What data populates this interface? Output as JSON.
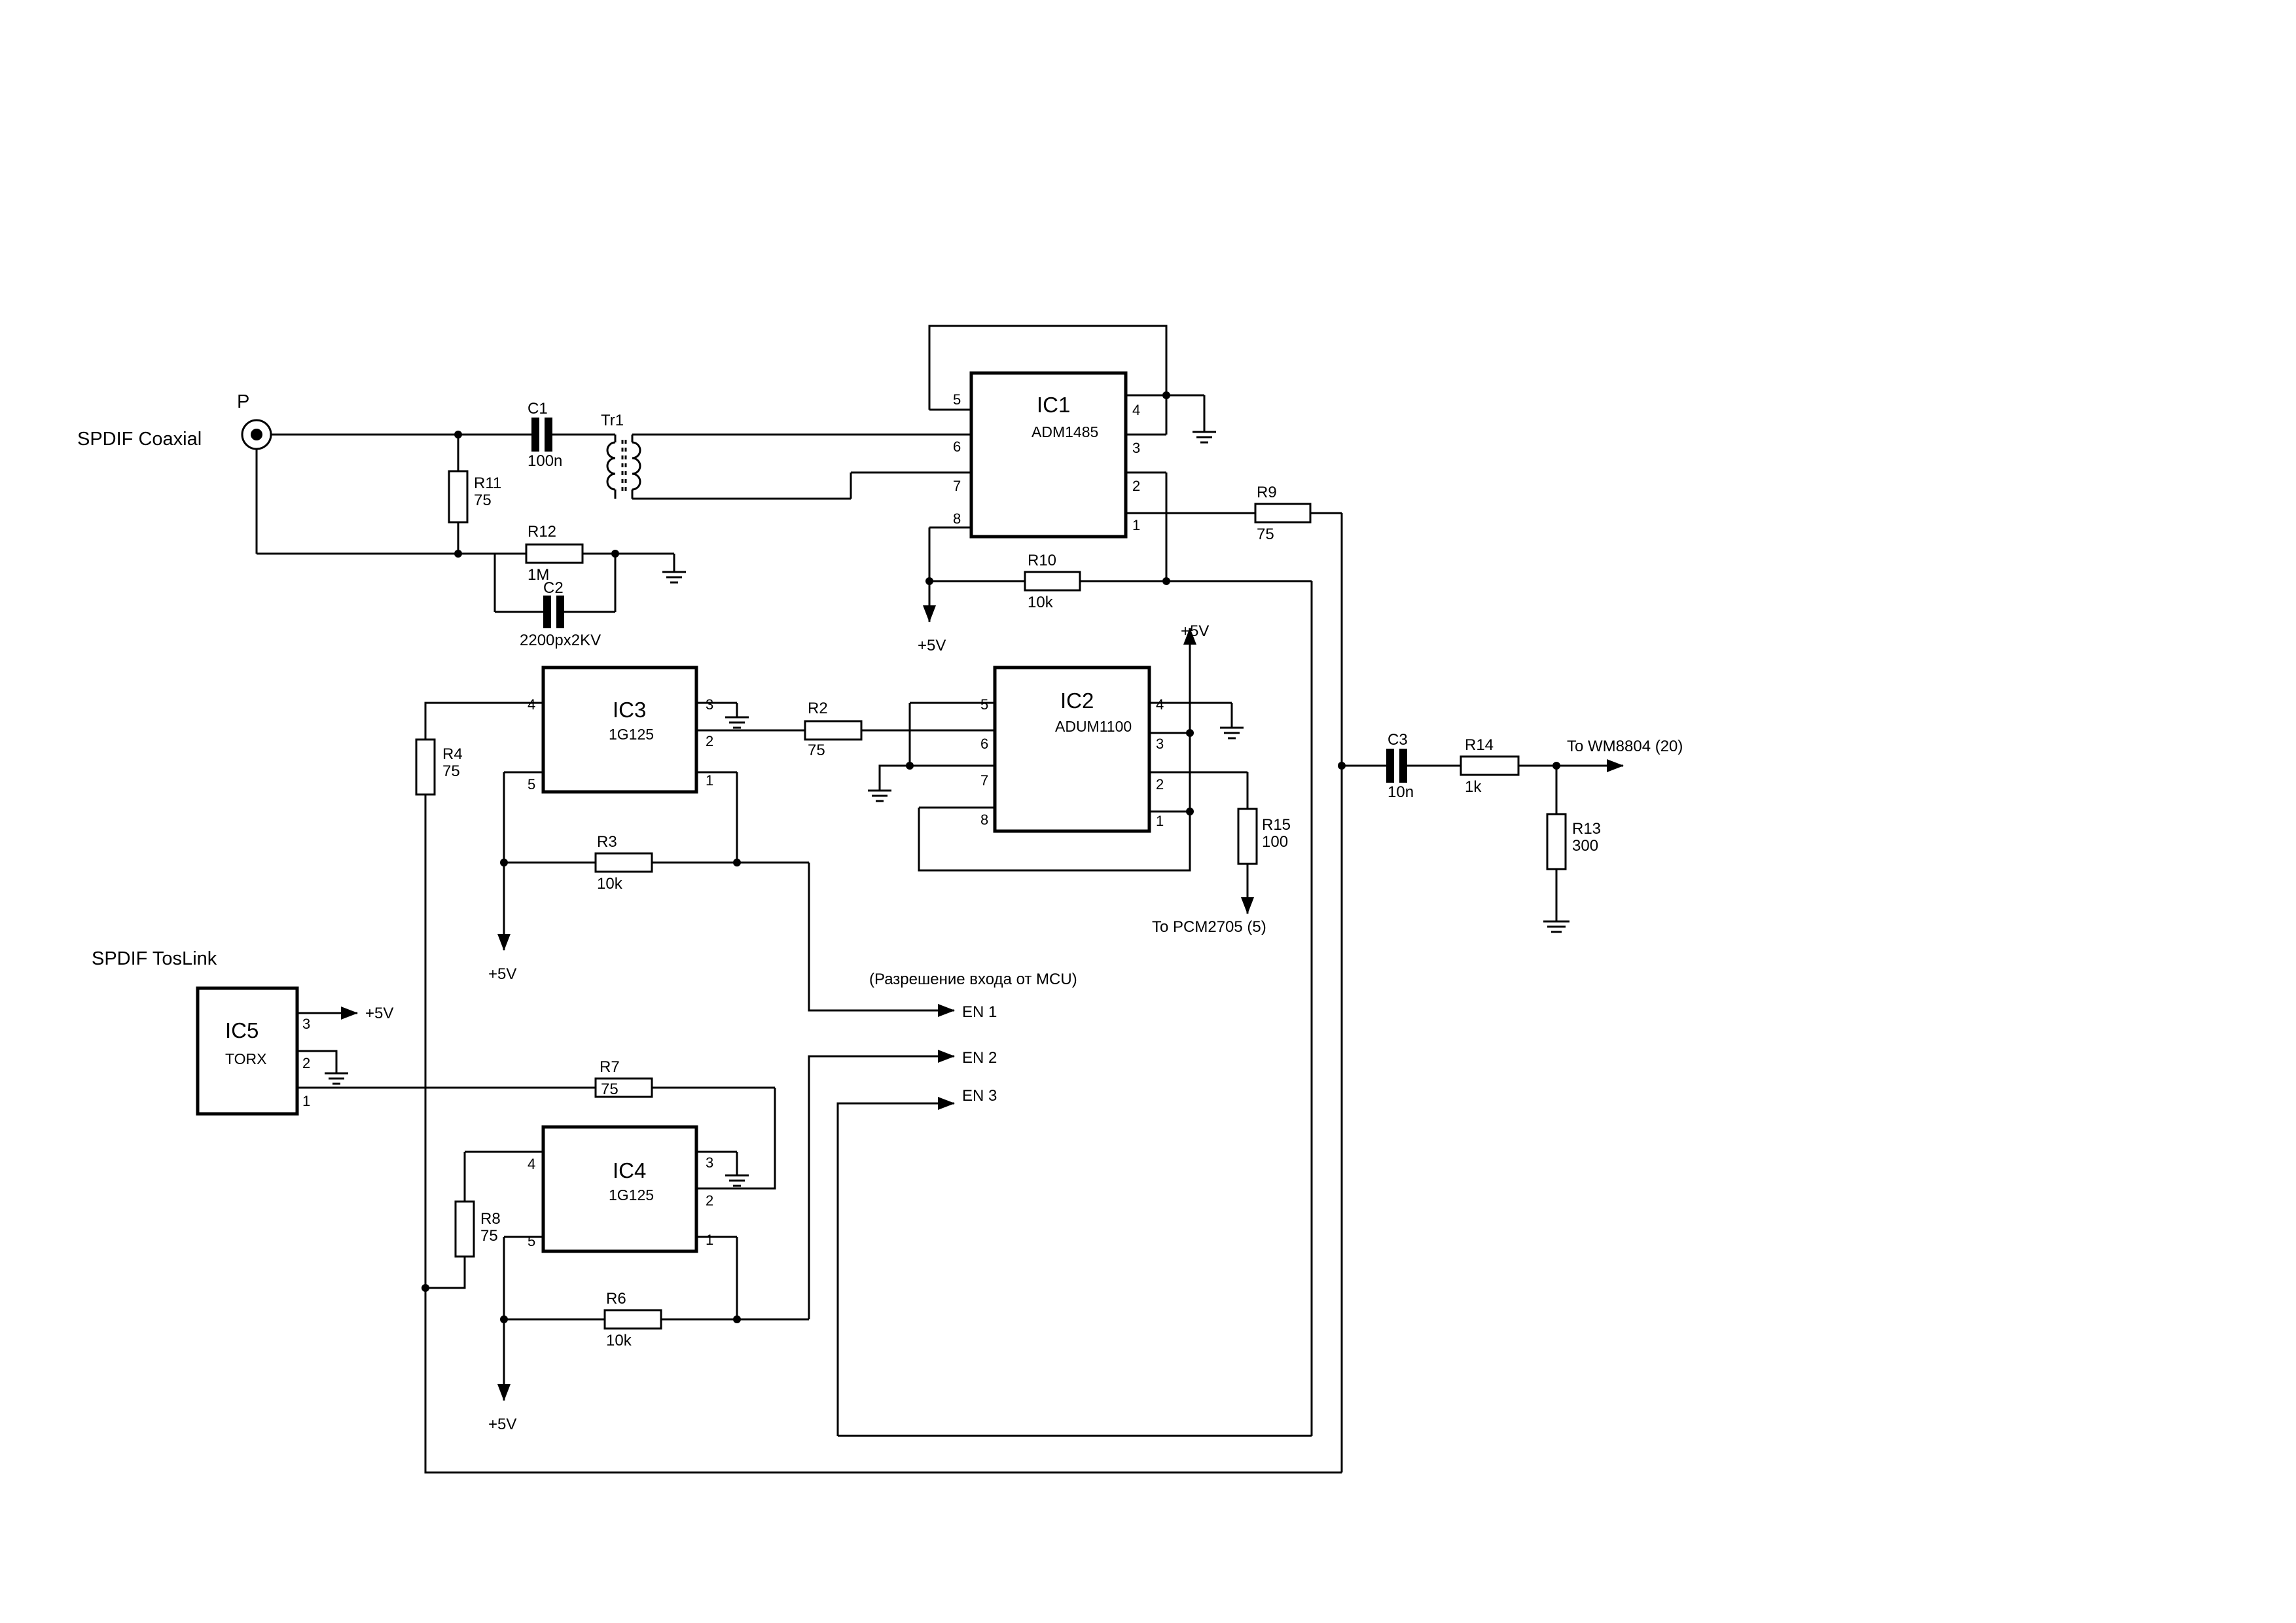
{
  "connectors": {
    "coaxial": {
      "label": "SPDIF  Coaxial",
      "pin": "P"
    },
    "toslink": {
      "label": "SPDIF  TosLink"
    }
  },
  "ics": {
    "ic1": {
      "ref": "IC1",
      "part": "ADM1485",
      "pins": [
        "5",
        "6",
        "7",
        "8",
        "4",
        "3",
        "2",
        "1"
      ]
    },
    "ic2": {
      "ref": "IC2",
      "part": "ADUM1100",
      "pins": [
        "5",
        "6",
        "7",
        "8",
        "4",
        "3",
        "2",
        "1"
      ]
    },
    "ic3": {
      "ref": "IC3",
      "part": "1G125",
      "pins": [
        "4",
        "5",
        "3",
        "2",
        "1"
      ]
    },
    "ic4": {
      "ref": "IC4",
      "part": "1G125",
      "pins": [
        "4",
        "5",
        "3",
        "2",
        "1"
      ]
    },
    "ic5": {
      "ref": "IC5",
      "part": "TORX",
      "pins": [
        "3",
        "2",
        "1"
      ]
    }
  },
  "resistors": {
    "r2": {
      "ref": "R2",
      "value": "75"
    },
    "r3": {
      "ref": "R3",
      "value": "10k"
    },
    "r4": {
      "ref": "R4",
      "value": "75"
    },
    "r6": {
      "ref": "R6",
      "value": "10k"
    },
    "r7": {
      "ref": "R7",
      "value": "75"
    },
    "r8": {
      "ref": "R8",
      "value": "75"
    },
    "r9": {
      "ref": "R9",
      "value": "75"
    },
    "r10": {
      "ref": "R10",
      "value": "10k"
    },
    "r11": {
      "ref": "R11",
      "value": "75"
    },
    "r12": {
      "ref": "R12",
      "value": "1M"
    },
    "r13": {
      "ref": "R13",
      "value": "300"
    },
    "r14": {
      "ref": "R14",
      "value": "1k"
    },
    "r15": {
      "ref": "R15",
      "value": "100"
    }
  },
  "capacitors": {
    "c1": {
      "ref": "C1",
      "value": "100n"
    },
    "c2": {
      "ref": "C2",
      "value": "2200px2KV"
    },
    "c3": {
      "ref": "C3",
      "value": "10n"
    }
  },
  "transformer": {
    "ref": "Tr1"
  },
  "power": {
    "vcc": "+5V"
  },
  "nets": {
    "to_wm8804": "To  WM8804   (20)",
    "to_pcm2705": "To PCM2705   (5)",
    "mcu_note": "(Разрешение входа от  MCU)",
    "en1": "EN 1",
    "en2": "EN 2",
    "en3": "EN 3"
  }
}
